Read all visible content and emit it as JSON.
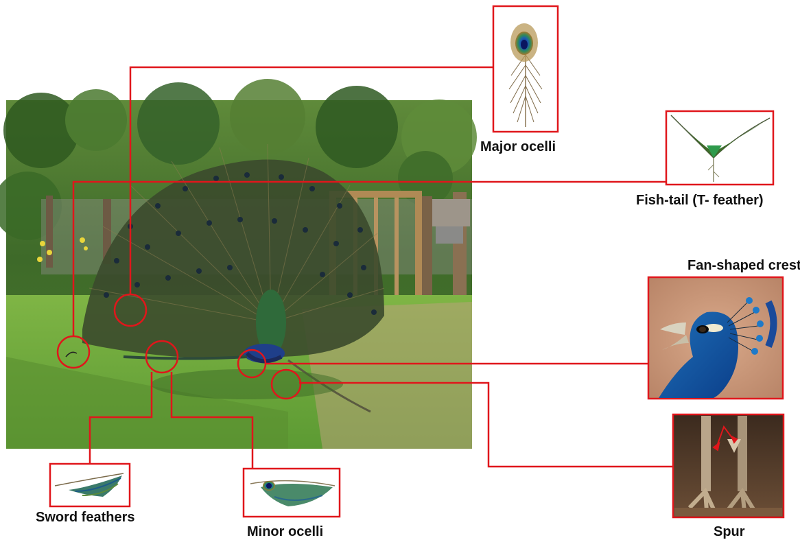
{
  "labels": {
    "major_ocelli": "Major ocelli",
    "fish_tail": "Fish-tail (T- feather)",
    "fan_crest": "Fan-shaped crest",
    "sword_feathers": "Sword feathers",
    "minor_ocelli": "Minor ocelli",
    "spur": "Spur"
  },
  "colors": {
    "callout": "#e0161b",
    "grass": "#6fa83f",
    "foliage": "#3f6b28",
    "peacock_blue": "#1f4fa8"
  }
}
